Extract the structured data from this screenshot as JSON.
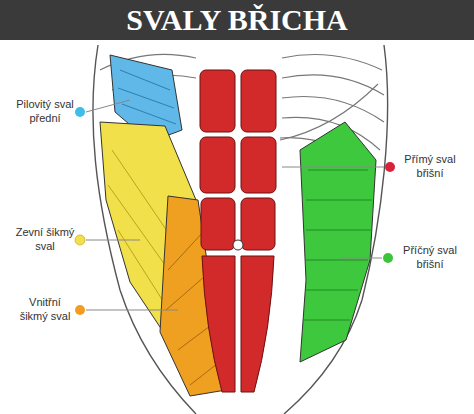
{
  "diagram": {
    "title": "SVALY BŘICHA",
    "labels": [
      "Pilovitý sval přední",
      "Zevní šikmý sval",
      "Vnitřní šikmý sval",
      "Přímý sval břišní",
      "Příčný sval břišní"
    ]
  }
}
